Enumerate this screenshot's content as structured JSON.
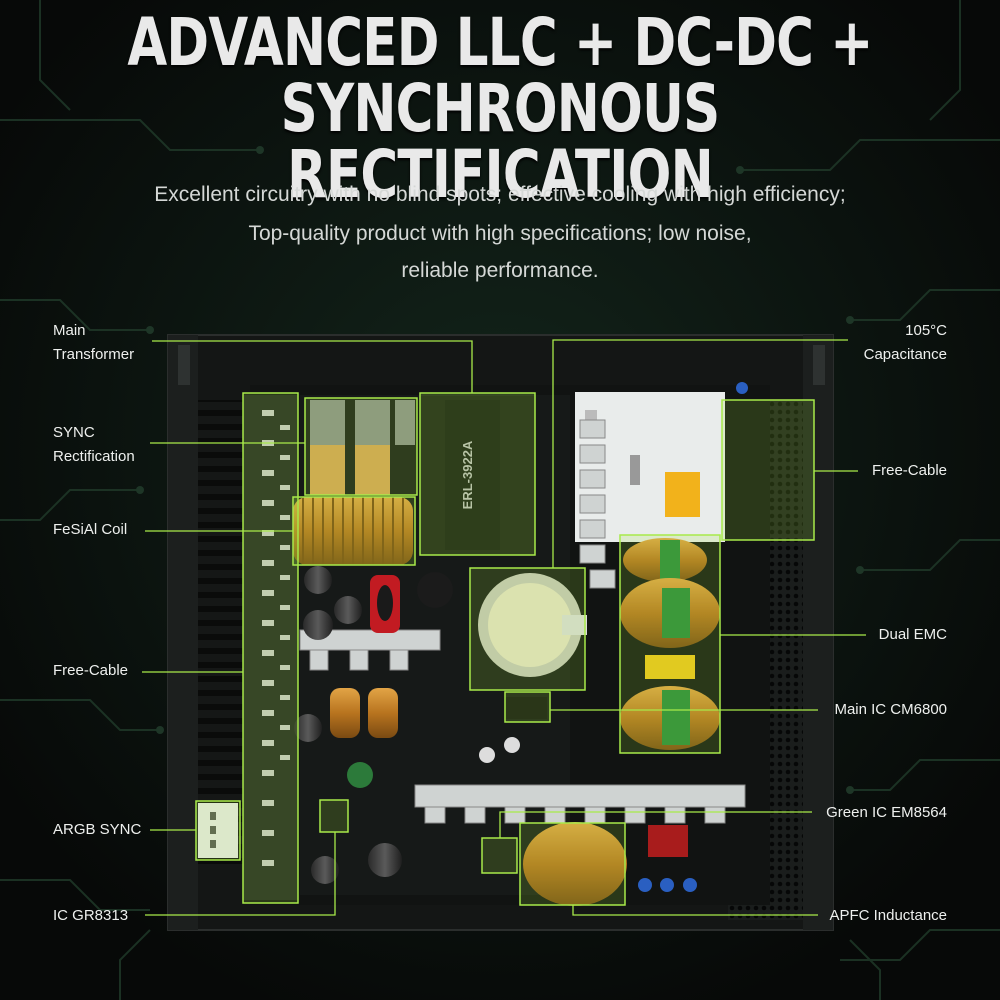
{
  "headline": {
    "line1": "ADVANCED LLC + DC-DC +",
    "line2": "SYNCHRONOUS RECTIFICATION"
  },
  "subtitle": {
    "line1": "Excellent circuitry with no blind spots; effective cooling with high efficiency;",
    "line2": "Top-quality product with high specifications; low noise,",
    "line3": "reliable performance."
  },
  "callouts_left": {
    "main_transformer": [
      "Main",
      "Transformer"
    ],
    "sync_rectification": [
      "SYNC",
      "Rectification"
    ],
    "fesial_coil": "FeSiAl Coil",
    "free_cable": "Free-Cable",
    "argb_sync": "ARGB SYNC",
    "ic_gr8313": "IC GR8313"
  },
  "callouts_right": {
    "capacitance": [
      "105°C",
      "Capacitance"
    ],
    "free_cable": "Free-Cable",
    "dual_emc": "Dual EMC",
    "main_ic": "Main IC CM6800",
    "green_ic": "Green IC EM8564",
    "apfc": "APFC Inductance"
  },
  "board_markings": {
    "transformer_code": "ERL-3922A"
  },
  "colors": {
    "accent_green": "#8fdc3a",
    "background": "#0b0e0d",
    "copper": "#c88a2e",
    "circuit_trace": "#1f3a2a"
  }
}
